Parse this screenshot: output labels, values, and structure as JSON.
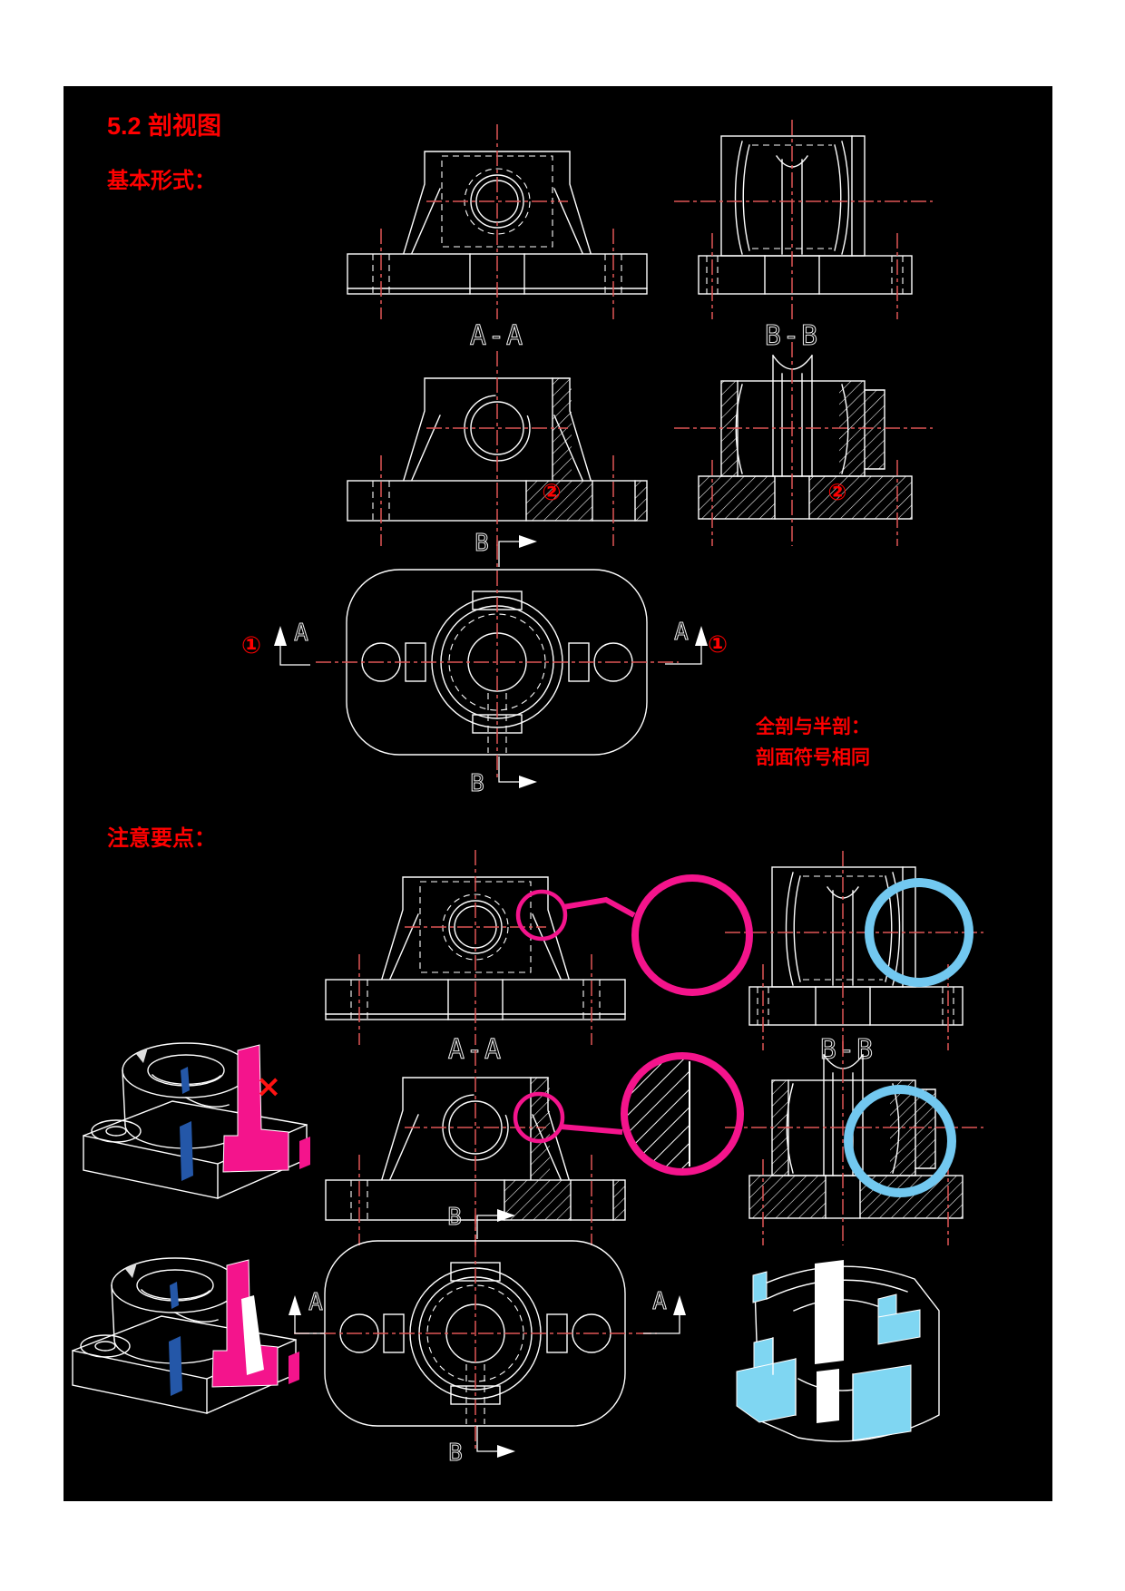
{
  "canvas": {
    "page_background": "#ffffff",
    "drawing_background": "#000000"
  },
  "colors": {
    "heading_red": "#ff0000",
    "drawing_line_white": "#ffffff",
    "centerline_red": "#e05555",
    "highlight_pink": "#f4148c",
    "highlight_cyan": "#72c8f0",
    "cut_face_pink": "#f4148c",
    "cut_face_blue": "#2457a8",
    "cut_face_cyan": "#7fd6f2",
    "error_mark_red": "#ff1212"
  },
  "headings": {
    "title": "5.2 剖视图",
    "basic_forms": "基本形式：",
    "key_points": "注意要点："
  },
  "annotation": {
    "line1": "全剖与半剖：",
    "line2": "剖面符号相同"
  },
  "view_labels": {
    "section_aa": "A-A",
    "section_bb": "B-B"
  },
  "cutting_plane": {
    "letter_a": "A",
    "letter_b": "B"
  },
  "callouts": {
    "note_1": "①",
    "note_2": "②",
    "error_cross": "×"
  }
}
